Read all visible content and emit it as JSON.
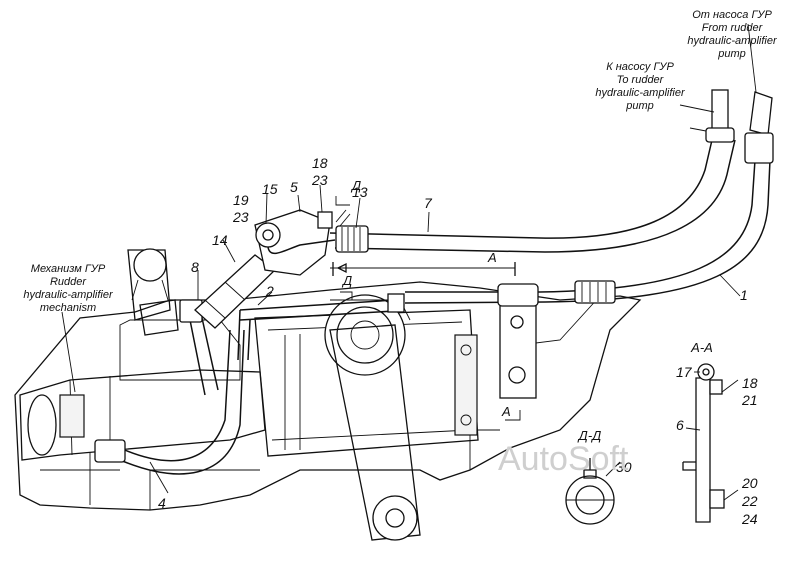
{
  "labels": {
    "from_pump_ru": "От насоса ГУР",
    "from_pump_en1": "From rudder",
    "from_pump_en2": "hydraulic-amplifier",
    "from_pump_en3": "pump",
    "to_pump_ru": "К насосу ГУР",
    "to_pump_en1": "To rudder",
    "to_pump_en2": "hydraulic-amplifier",
    "to_pump_en3": "pump",
    "mechanism_ru": "Механизм ГУР",
    "mechanism_en1": "Rudder",
    "mechanism_en2": "hydraulic-amplifier",
    "mechanism_en3": "mechanism"
  },
  "callouts": {
    "n1": "1",
    "n2": "2",
    "n4": "4",
    "n5": "5",
    "n6": "6",
    "n7": "7",
    "n8": "8",
    "n13": "13",
    "n14": "14",
    "n15": "15",
    "n17": "17",
    "n18a": "18",
    "n23a": "23",
    "n19": "19",
    "n23b": "23",
    "n18b": "18",
    "n21": "21",
    "n20": "20",
    "n22": "22",
    "n24": "24",
    "n30": "30"
  },
  "sections": {
    "d_top": "Д",
    "d_mid": "Д",
    "a_top": "A",
    "a_bottom": "A",
    "aa": "А-А",
    "dd": "Д-Д"
  },
  "watermark": "AutoSoft"
}
